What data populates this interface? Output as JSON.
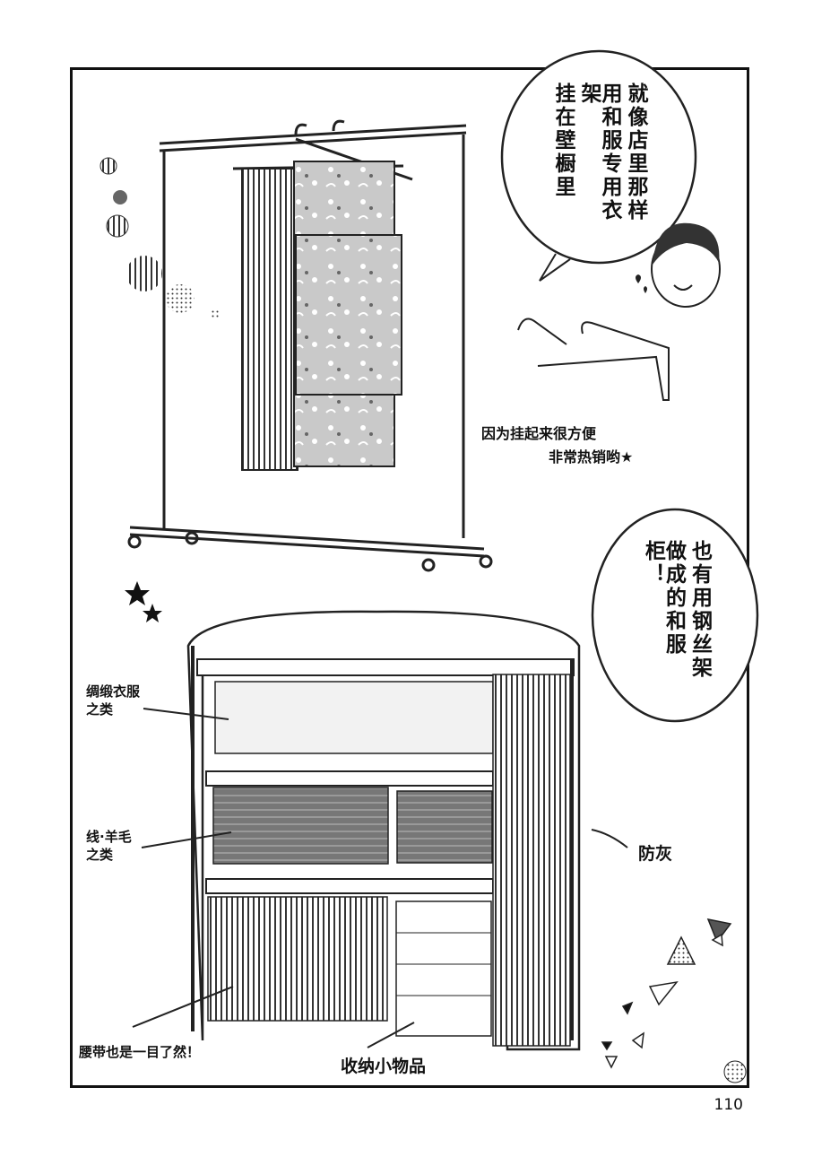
{
  "bubble_top": {
    "lines": [
      "就像店里那样",
      "用和服专用衣架",
      "挂在壁橱里"
    ]
  },
  "bubble_mid": {
    "lines": [
      "也有用钢丝架",
      "做成的和服柜！"
    ]
  },
  "caption_hanger": {
    "line1": "因为挂起来很方便",
    "line2": "非常热销哟★"
  },
  "labels": {
    "silk": "绸缎衣服\n之类",
    "wool": "线·羊毛\n之类",
    "obi": "腰带也是一目了然！",
    "small_items": "收纳小物品",
    "dustproof": "防灰"
  },
  "page_number": "110"
}
